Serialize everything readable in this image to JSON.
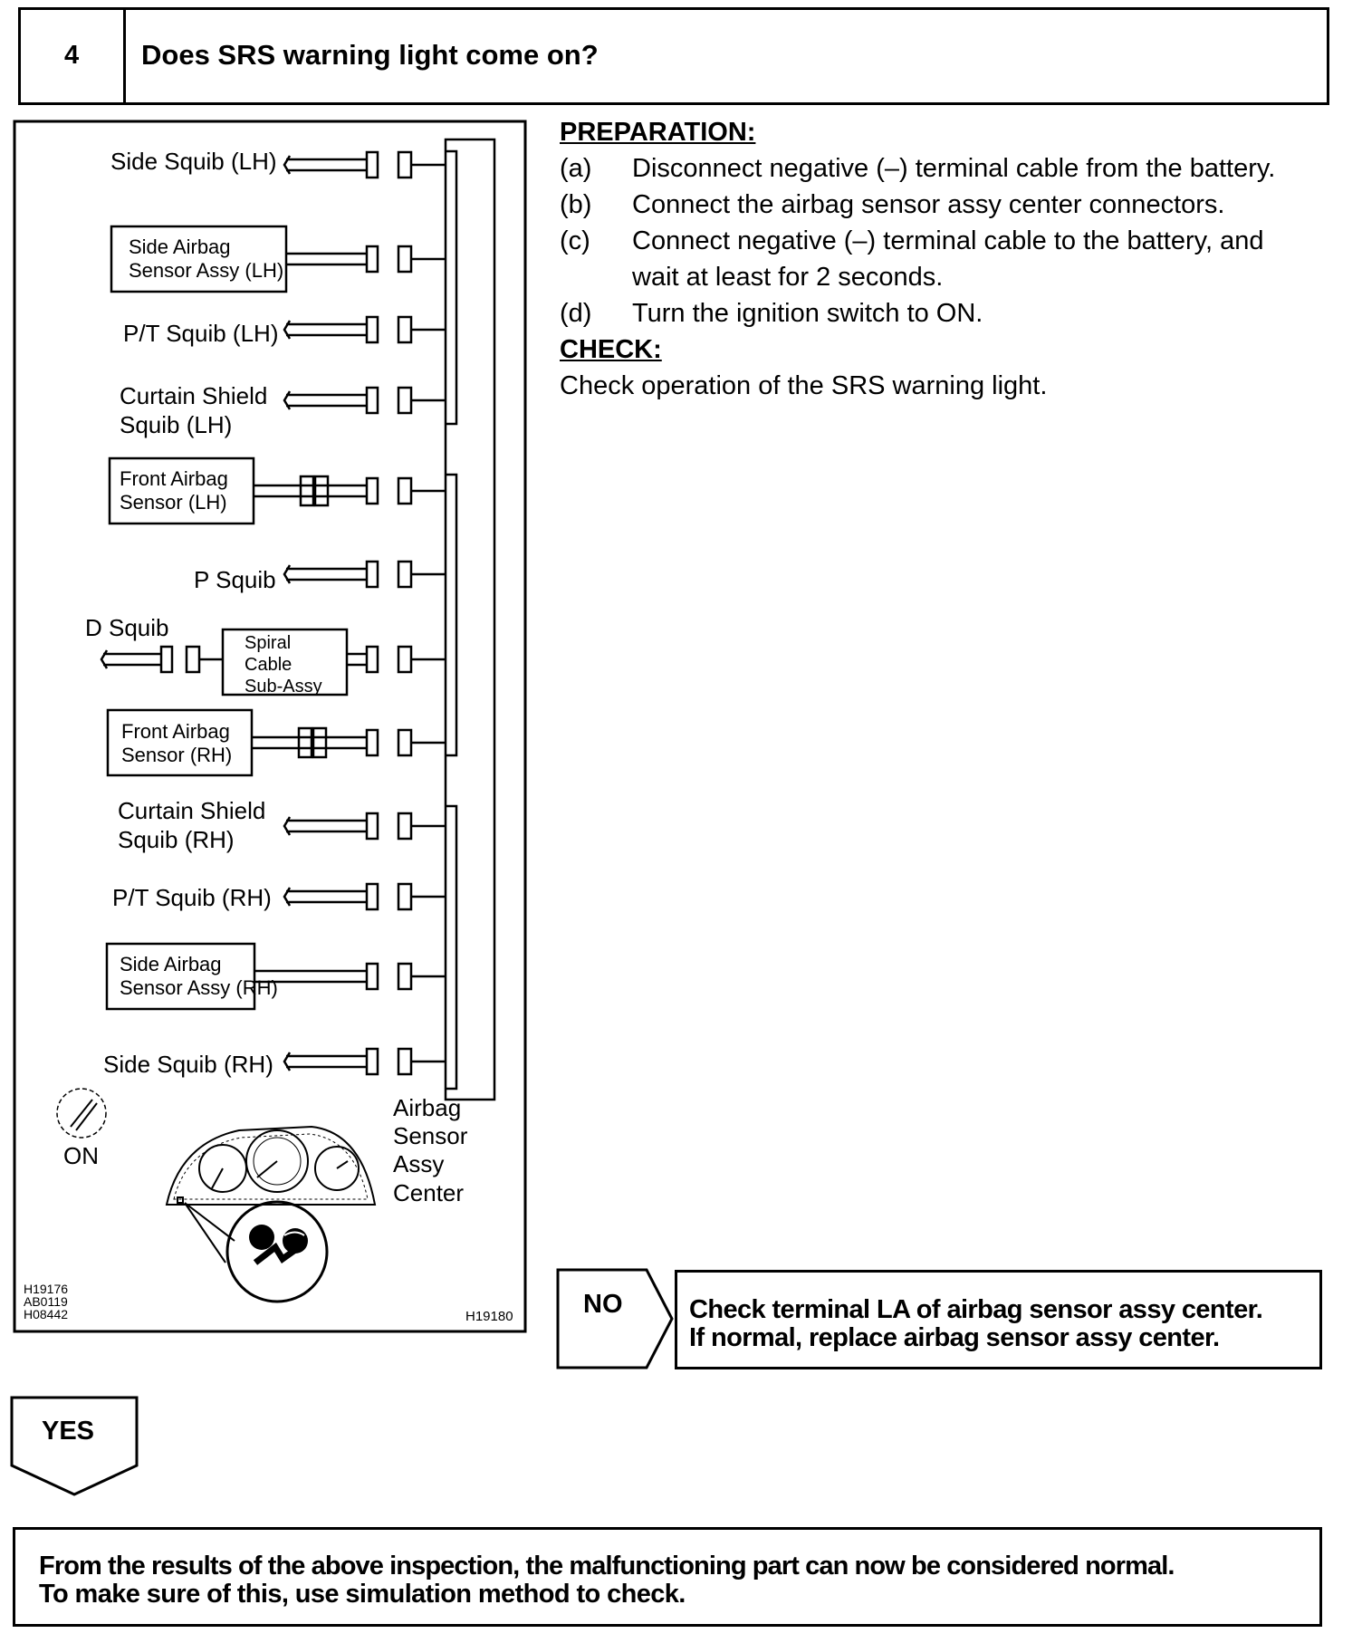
{
  "step": {
    "number": "4",
    "question": "Does SRS warning light come on?"
  },
  "diagram": {
    "left_labels": [
      "Side Squib (LH)",
      "P/T Squib (LH)",
      "P Squib",
      "P/T Squib (RH)",
      "Side Squib (RH)"
    ],
    "curtain_lh": [
      "Curtain Shield",
      "Squib (LH)"
    ],
    "curtain_rh": [
      "Curtain Shield",
      "Squib (RH)"
    ],
    "side_sensor_lh": [
      "Side Airbag",
      "Sensor Assy (LH)"
    ],
    "front_sensor_lh": [
      "Front Airbag",
      "Sensor (LH)"
    ],
    "d_squib": "D Squib",
    "spiral_cable": [
      "Spiral",
      "Cable",
      "Sub-Assy"
    ],
    "front_sensor_rh": [
      "Front Airbag",
      "Sensor (RH)"
    ],
    "side_sensor_rh": [
      "Side Airbag",
      "Sensor Assy (RH)"
    ],
    "center_label": [
      "Airbag",
      "Sensor",
      "Assy",
      "Center"
    ],
    "ignition_label": "ON",
    "fig_codes_left": [
      "H19176",
      "AB0119",
      "H08442"
    ],
    "fig_code_right": "H19180"
  },
  "preparation": {
    "heading": "PREPARATION:",
    "steps": [
      {
        "label": "(a)",
        "lines": [
          "Disconnect negative (–) terminal cable from the battery."
        ]
      },
      {
        "label": "(b)",
        "lines": [
          "Connect the airbag sensor assy center connectors."
        ]
      },
      {
        "label": "(c)",
        "lines": [
          "Connect negative (–) terminal cable to the battery, and",
          "wait at least for 2 seconds."
        ]
      },
      {
        "label": "(d)",
        "lines": [
          "Turn the ignition switch to ON."
        ]
      }
    ]
  },
  "check": {
    "heading": "CHECK:",
    "text": "Check operation of the SRS warning light."
  },
  "no_branch": {
    "label": "NO",
    "lines": [
      "Check terminal LA of airbag sensor assy center.",
      "If normal, replace airbag sensor assy center."
    ]
  },
  "yes_branch": {
    "label": "YES"
  },
  "result": {
    "lines": [
      "From the results of the above inspection, the malfunctioning part can now be considered normal.",
      "To make sure of this, use simulation method to check."
    ]
  }
}
